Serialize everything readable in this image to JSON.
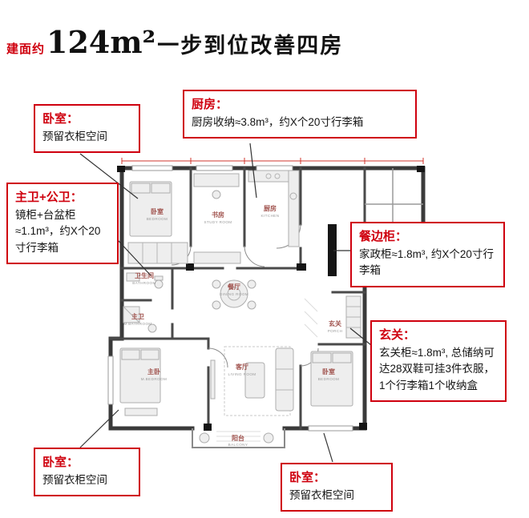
{
  "title": {
    "prefix": "建面约",
    "area": "124m²",
    "slogan": "一步到位改善四房"
  },
  "colors": {
    "accent_red": "#cf000e",
    "wall": "#3a3a3a"
  },
  "callouts": {
    "bedroom_top": {
      "title": "卧室：",
      "body": "预留衣柜空间"
    },
    "kitchen": {
      "title": "厨房：",
      "body": "厨房收纳≈3.8m³，约X个20寸行李箱"
    },
    "baths": {
      "title": "主卫+公卫：",
      "body": "镜柜+台盆柜≈1.1m³，约X个20寸行李箱"
    },
    "sideboard": {
      "title": "餐边柜：",
      "body": "家政柜≈1.8m³, 约X个20寸行李箱"
    },
    "entry": {
      "title": "玄关：",
      "body": "玄关柜≈1.8m³, 总储纳可达28双鞋可挂3件衣服，1个行李箱1个收纳盒"
    },
    "bedroom_bl": {
      "title": "卧室：",
      "body": "预留衣柜空间"
    },
    "bedroom_br": {
      "title": "卧室：",
      "body": "预留衣柜空间"
    }
  },
  "floorplan": {
    "rooms": [
      {
        "name": "卧室",
        "en": "BEDROOM"
      },
      {
        "name": "书房",
        "en": "STUDY ROOM"
      },
      {
        "name": "厨房",
        "en": "KITCHEN"
      },
      {
        "name": "卫生间",
        "en": "BATHROOM"
      },
      {
        "name": "主卫",
        "en": "M.BATHROOM"
      },
      {
        "name": "餐厅",
        "en": "DINING ROOM"
      },
      {
        "name": "玄关",
        "en": "PORCH"
      },
      {
        "name": "主卧",
        "en": "M.BEDROOM"
      },
      {
        "name": "客厅",
        "en": "LIVING ROOM"
      },
      {
        "name": "卧室",
        "en": "BEDROOM"
      },
      {
        "name": "阳台",
        "en": "BALCONY"
      }
    ]
  }
}
